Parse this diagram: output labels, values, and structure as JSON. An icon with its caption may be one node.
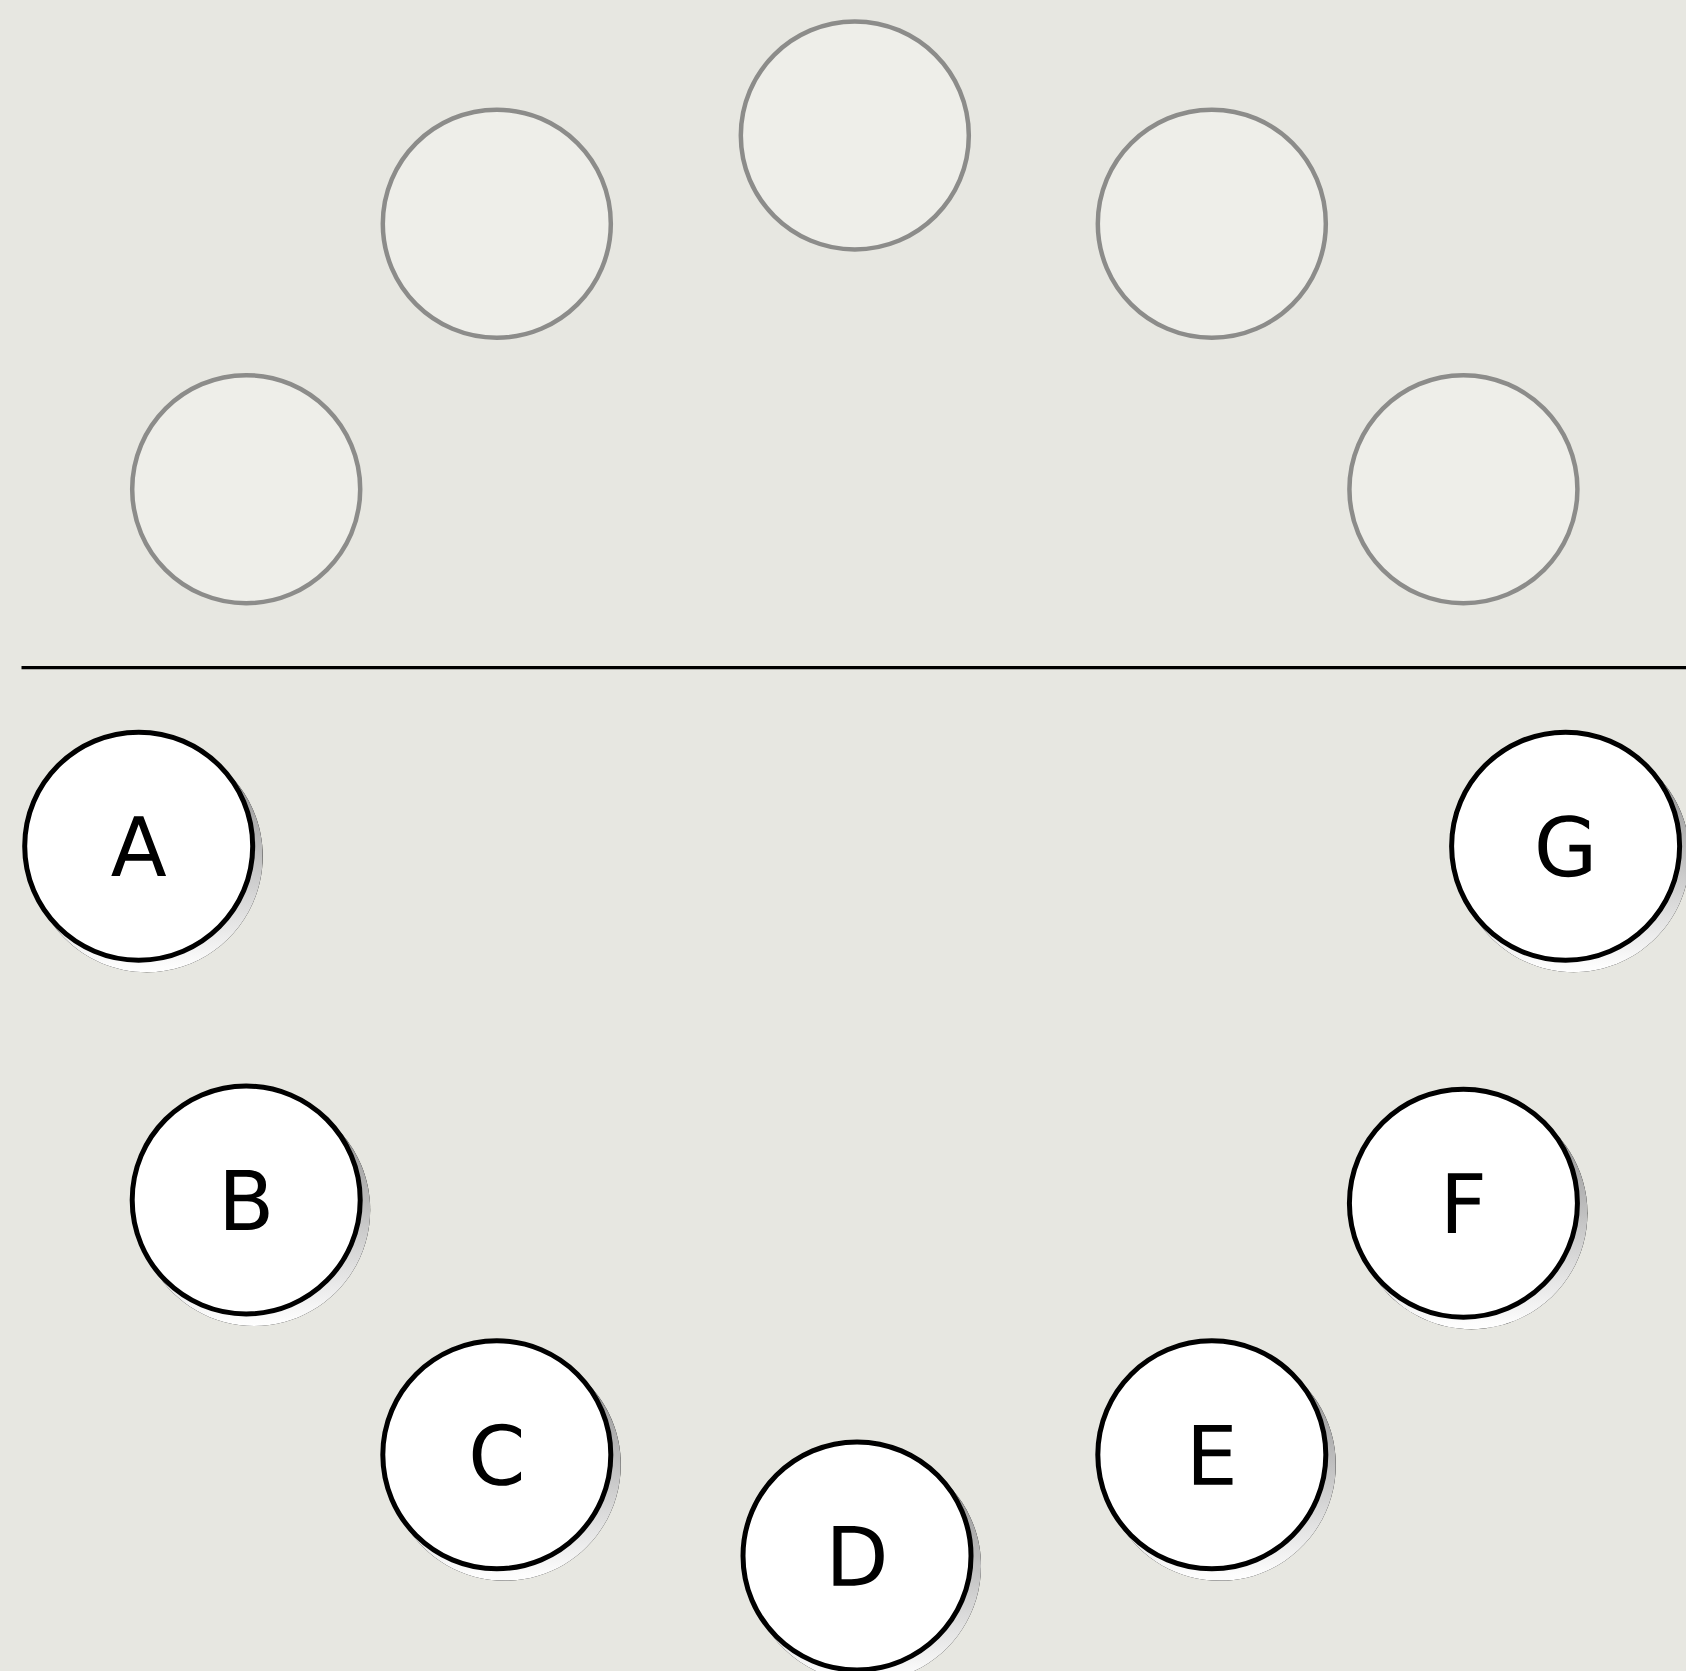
{
  "diagram": {
    "nodes": [
      {
        "text": [],
        "shape": "circle"
      },
      {
        "text": [],
        "shape": "circle"
      },
      {
        "text": [],
        "shape": "circle"
      },
      {
        "text": [],
        "shape": "circle"
      },
      {
        "text": [],
        "shape": "circle"
      },
      {
        "text": [
          "A"
        ]
      },
      {
        "text": [
          "B"
        ]
      },
      {
        "text": [
          "C"
        ]
      },
      {
        "text": [
          "D"
        ]
      },
      {
        "text": [
          "E"
        ]
      },
      {
        "text": [
          "F"
        ]
      },
      {
        "text": [
          "G"
        ]
      }
    ]
  }
}
